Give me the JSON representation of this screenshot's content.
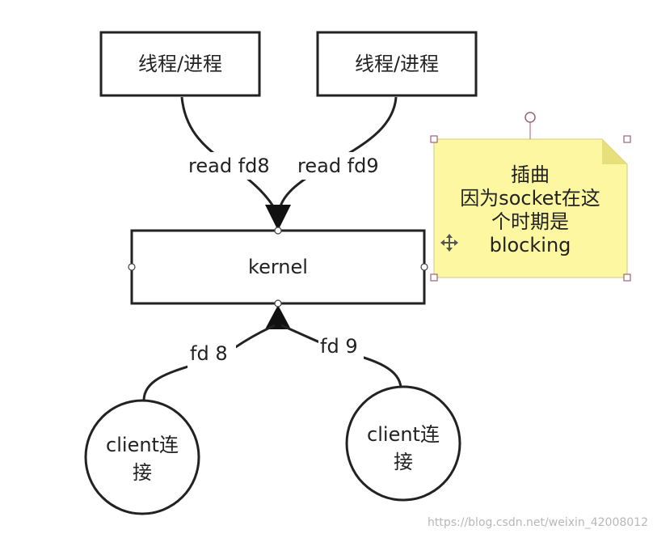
{
  "nodes": {
    "thread_left": {
      "label": "线程/进程"
    },
    "thread_right": {
      "label": "线程/进程"
    },
    "kernel": {
      "label": "kernel"
    },
    "client_left": {
      "line1": "client连",
      "line2": "接"
    },
    "client_right": {
      "line1": "client连",
      "line2": "接"
    }
  },
  "edges": {
    "read_fd8": "read fd8",
    "read_fd9": "read fd9",
    "fd8": "fd 8",
    "fd9": "fd 9"
  },
  "note": {
    "lines": [
      "插曲",
      "因为socket在这",
      "个时期是",
      "blocking"
    ],
    "fill_color": "#fcf7a0",
    "fold_color": "#e7df7a"
  },
  "watermark": "https://blog.csdn.net/weixin_42008012"
}
